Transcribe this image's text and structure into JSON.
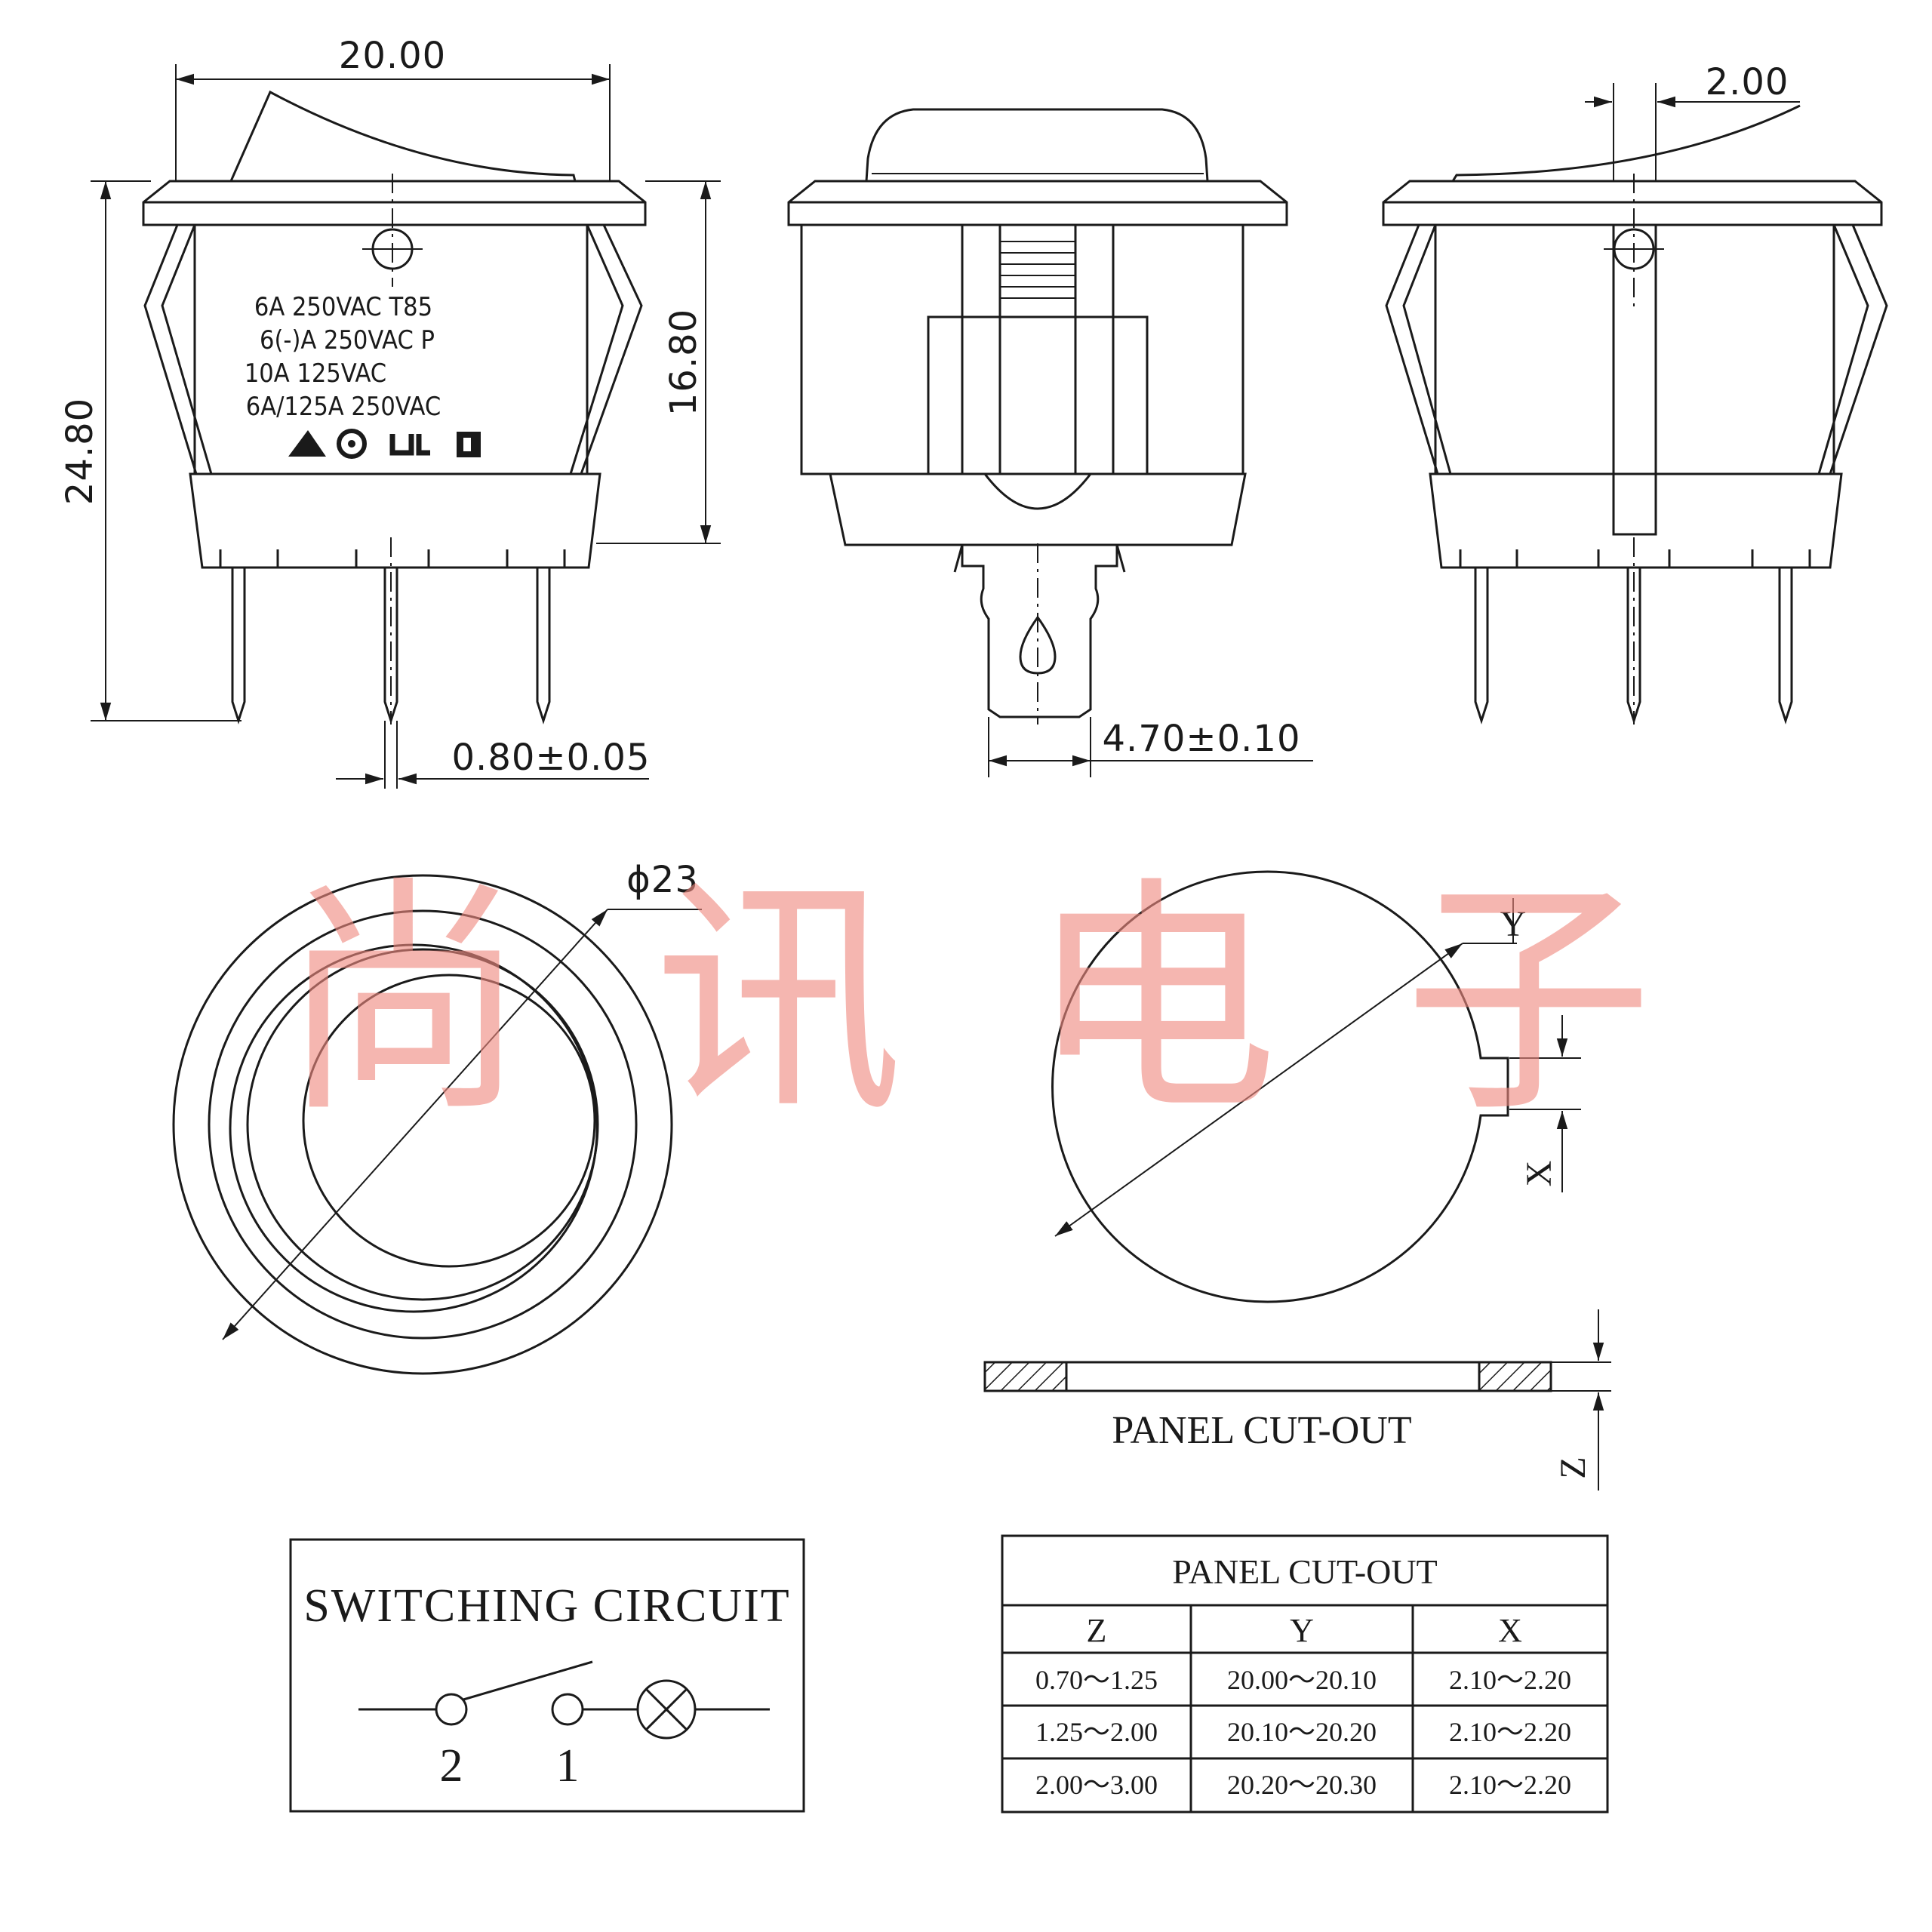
{
  "dimensions": {
    "top_width": "20.00",
    "total_height": "24.80",
    "body_height": "16.80",
    "pin_width": "0.80±0.05",
    "terminal_width": "4.70±0.10",
    "rocker_offset": "2.00",
    "diameter": "ϕ23"
  },
  "markings": {
    "line1": "6A 250VAC T85",
    "line2": "6(-)A 250VAC P",
    "line3": "10A 125VAC",
    "line4": "6A/125A 250VAC"
  },
  "cutout": {
    "label": "PANEL CUT-OUT",
    "axis_x": "X",
    "axis_y": "Y",
    "axis_z": "Z"
  },
  "circuit": {
    "title": "SWITCHING CIRCUIT",
    "terminal_a": "2",
    "terminal_b": "1"
  },
  "table": {
    "title": "PANEL CUT-OUT",
    "headers": [
      "Z",
      "Y",
      "X"
    ],
    "rows": [
      [
        "0.70～1.25",
        "20.00～20.10",
        "2.10～2.20"
      ],
      [
        "1.25～2.00",
        "20.10～20.20",
        "2.10～2.20"
      ],
      [
        "2.00～3.00",
        "20.20～20.30",
        "2.10～2.20"
      ]
    ]
  },
  "watermark": "尚讯电子",
  "colors": {
    "line": "#1a1a1a",
    "watermark": "#f08a80"
  }
}
